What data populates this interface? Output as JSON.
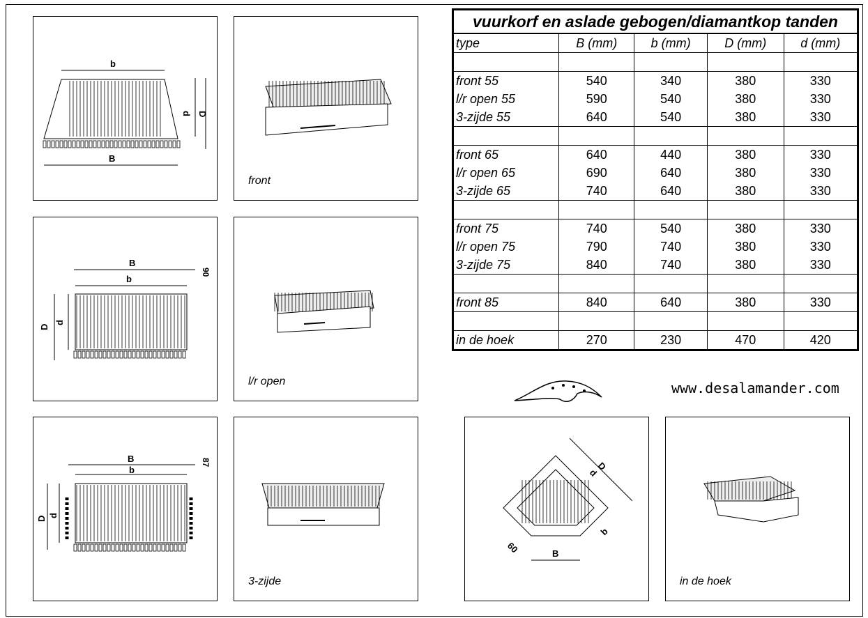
{
  "table": {
    "title": "vuurkorf en aslade gebogen/diamantkop tanden",
    "headers": [
      "type",
      "B (mm)",
      "b (mm)",
      "D (mm)",
      "d (mm)"
    ],
    "rows": [
      null,
      [
        "front 55",
        "540",
        "340",
        "380",
        "330"
      ],
      [
        "l/r open 55",
        "590",
        "540",
        "380",
        "330"
      ],
      [
        "3-zijde 55",
        "640",
        "540",
        "380",
        "330"
      ],
      null,
      [
        "front 65",
        "640",
        "440",
        "380",
        "330"
      ],
      [
        "l/r open 65",
        "690",
        "640",
        "380",
        "330"
      ],
      [
        "3-zijde 65",
        "740",
        "640",
        "380",
        "330"
      ],
      null,
      [
        "front 75",
        "740",
        "540",
        "380",
        "330"
      ],
      [
        "l/r open 75",
        "790",
        "740",
        "380",
        "330"
      ],
      [
        "3-zijde 75",
        "840",
        "740",
        "380",
        "330"
      ],
      null,
      [
        "front 85",
        "840",
        "640",
        "380",
        "330"
      ],
      null,
      [
        "in de hoek",
        "270",
        "230",
        "470",
        "420"
      ]
    ]
  },
  "captions": {
    "front": "front",
    "lr": "l/r open",
    "three": "3-zijde",
    "corner": "in de hoek"
  },
  "dims": {
    "B": "B",
    "b": "b",
    "D": "D",
    "d": "d",
    "h90": "90",
    "h87": "87",
    "c60": "60"
  },
  "website": "www.desalamander.com"
}
